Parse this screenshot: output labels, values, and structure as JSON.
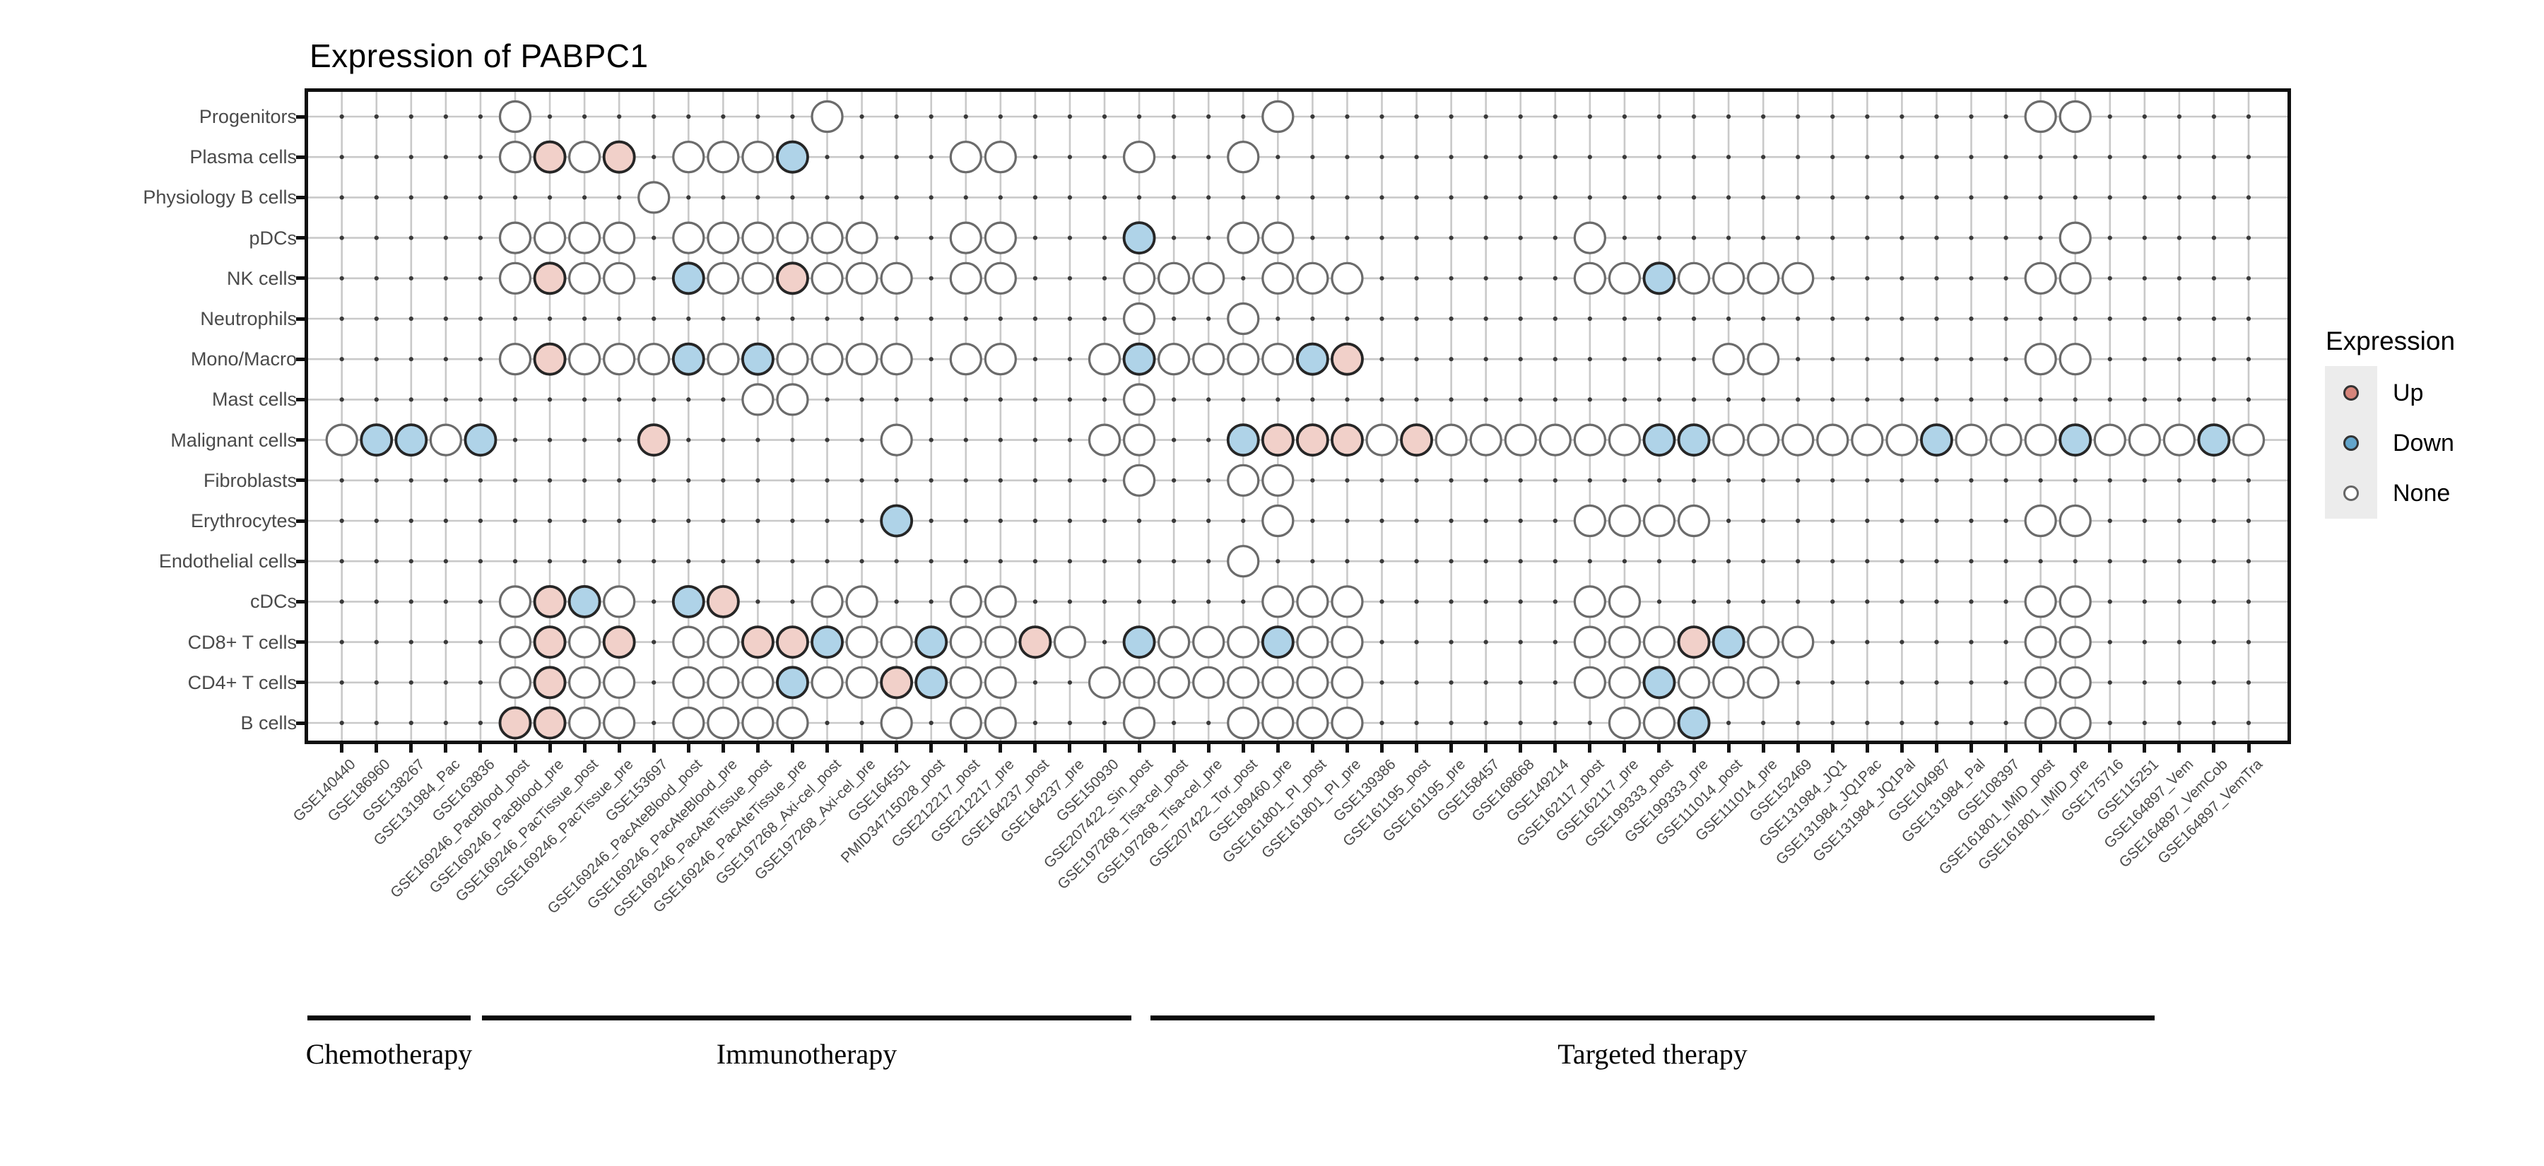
{
  "title": "Expression of PABPC1",
  "legend": {
    "title": "Expression",
    "items": [
      {
        "label": "Up",
        "state": "up"
      },
      {
        "label": "Down",
        "state": "down"
      },
      {
        "label": "None",
        "state": "none"
      }
    ]
  },
  "colors": {
    "up_fill": "#F1D0C9",
    "down_fill": "#AFD3E8",
    "none_fill": "#FFFFFF",
    "up_legend": "#D6857B",
    "down_legend": "#63A5CB",
    "none_legend": "#FFFFFF",
    "dot_stroke_none": "#6B6B6B",
    "dot_stroke_colored": "#262626",
    "grid_line": "#C9C9C9",
    "grid_dot": "#3A3A3A",
    "axis": "#0F0F0F",
    "axis_text": "#4A4A4A",
    "legend_key_bg": "#ECECEC"
  },
  "chart_data": {
    "type": "heatmap",
    "title": "Expression of PABPC1",
    "legend_title": "Expression",
    "states": [
      "Up",
      "Down",
      "None"
    ],
    "legend_position": "right",
    "x_categories": [
      "GSE140440",
      "GSE186960",
      "GSE138267",
      "GSE131984_Pac",
      "GSE163836",
      "GSE169246_PacBlood_post",
      "GSE169246_PacBlood_pre",
      "GSE169246_PacTissue_post",
      "GSE169246_PacTissue_pre",
      "GSE153697",
      "GSE169246_PacAteBlood_post",
      "GSE169246_PacAteBlood_pre",
      "GSE169246_PacAteTissue_post",
      "GSE169246_PacAteTissue_pre",
      "GSE197268_Axi-cel_post",
      "GSE197268_Axi-cel_pre",
      "GSE164551",
      "PMID34715028_post",
      "GSE212217_post",
      "GSE212217_pre",
      "GSE164237_post",
      "GSE164237_pre",
      "GSE150930",
      "GSE207422_Sin_post",
      "GSE197268_Tisa-cel_post",
      "GSE197268_Tisa-cel_pre",
      "GSE207422_Tor_post",
      "GSE189460_pre",
      "GSE161801_PI_post",
      "GSE161801_PI_pre",
      "GSE139386",
      "GSE161195_post",
      "GSE161195_pre",
      "GSE158457",
      "GSE168668",
      "GSE149214",
      "GSE162117_post",
      "GSE162117_pre",
      "GSE199333_post",
      "GSE199333_pre",
      "GSE111014_post",
      "GSE111014_pre",
      "GSE152469",
      "GSE131984_JQ1",
      "GSE131984_JQ1Pac",
      "GSE131984_JQ1Pal",
      "GSE104987",
      "GSE131984_Pal",
      "GSE108397",
      "GSE161801_IMiD_post",
      "GSE161801_IMiD_pre",
      "GSE175716",
      "GSE115251",
      "GSE164897_Vem",
      "GSE164897_VemCob",
      "GSE164897_VemTra"
    ],
    "y_categories": [
      "Progenitors",
      "Plasma cells",
      "Physiology B cells",
      "pDCs",
      "NK cells",
      "Neutrophils",
      "Mono/Macro",
      "Mast cells",
      "Malignant cells",
      "Fibroblasts",
      "Erythrocytes",
      "Endothelial cells",
      "cDCs",
      "CD8+ T cells",
      "CD4+ T cells",
      "B cells"
    ],
    "groups": [
      {
        "label": "Chemotherapy",
        "from_col": 1,
        "to_col": 5
      },
      {
        "label": "Immunotherapy",
        "from_col": 6,
        "to_col": 23
      },
      {
        "label": "Targeted therapy",
        "from_col": 24,
        "to_col": 53
      }
    ],
    "dots": [
      {
        "row": "Progenitors",
        "points": [
          [
            6,
            "none"
          ],
          [
            15,
            "none"
          ],
          [
            28,
            "none"
          ],
          [
            50,
            "none"
          ],
          [
            51,
            "none"
          ]
        ]
      },
      {
        "row": "Plasma cells",
        "points": [
          [
            6,
            "none"
          ],
          [
            7,
            "up"
          ],
          [
            8,
            "none"
          ],
          [
            9,
            "up"
          ],
          [
            11,
            "none"
          ],
          [
            12,
            "none"
          ],
          [
            13,
            "none"
          ],
          [
            14,
            "down"
          ],
          [
            19,
            "none"
          ],
          [
            20,
            "none"
          ],
          [
            24,
            "none"
          ],
          [
            27,
            "none"
          ]
        ]
      },
      {
        "row": "Physiology B cells",
        "points": [
          [
            10,
            "none"
          ]
        ]
      },
      {
        "row": "pDCs",
        "points": [
          [
            6,
            "none"
          ],
          [
            7,
            "none"
          ],
          [
            8,
            "none"
          ],
          [
            9,
            "none"
          ],
          [
            11,
            "none"
          ],
          [
            12,
            "none"
          ],
          [
            13,
            "none"
          ],
          [
            14,
            "none"
          ],
          [
            15,
            "none"
          ],
          [
            16,
            "none"
          ],
          [
            19,
            "none"
          ],
          [
            20,
            "none"
          ],
          [
            24,
            "down"
          ],
          [
            27,
            "none"
          ],
          [
            28,
            "none"
          ],
          [
            37,
            "none"
          ],
          [
            51,
            "none"
          ]
        ]
      },
      {
        "row": "NK cells",
        "points": [
          [
            6,
            "none"
          ],
          [
            7,
            "up"
          ],
          [
            8,
            "none"
          ],
          [
            9,
            "none"
          ],
          [
            11,
            "down"
          ],
          [
            12,
            "none"
          ],
          [
            13,
            "none"
          ],
          [
            14,
            "up"
          ],
          [
            15,
            "none"
          ],
          [
            16,
            "none"
          ],
          [
            17,
            "none"
          ],
          [
            19,
            "none"
          ],
          [
            20,
            "none"
          ],
          [
            24,
            "none"
          ],
          [
            25,
            "none"
          ],
          [
            26,
            "none"
          ],
          [
            28,
            "none"
          ],
          [
            29,
            "none"
          ],
          [
            30,
            "none"
          ],
          [
            37,
            "none"
          ],
          [
            38,
            "none"
          ],
          [
            39,
            "down"
          ],
          [
            40,
            "none"
          ],
          [
            41,
            "none"
          ],
          [
            42,
            "none"
          ],
          [
            43,
            "none"
          ],
          [
            50,
            "none"
          ],
          [
            51,
            "none"
          ]
        ]
      },
      {
        "row": "Neutrophils",
        "points": [
          [
            24,
            "none"
          ],
          [
            27,
            "none"
          ]
        ]
      },
      {
        "row": "Mono/Macro",
        "points": [
          [
            6,
            "none"
          ],
          [
            7,
            "up"
          ],
          [
            8,
            "none"
          ],
          [
            9,
            "none"
          ],
          [
            10,
            "none"
          ],
          [
            11,
            "down"
          ],
          [
            12,
            "none"
          ],
          [
            13,
            "down"
          ],
          [
            14,
            "none"
          ],
          [
            15,
            "none"
          ],
          [
            16,
            "none"
          ],
          [
            17,
            "none"
          ],
          [
            19,
            "none"
          ],
          [
            20,
            "none"
          ],
          [
            23,
            "none"
          ],
          [
            24,
            "down"
          ],
          [
            25,
            "none"
          ],
          [
            26,
            "none"
          ],
          [
            27,
            "none"
          ],
          [
            28,
            "none"
          ],
          [
            29,
            "down"
          ],
          [
            30,
            "up"
          ],
          [
            41,
            "none"
          ],
          [
            42,
            "none"
          ],
          [
            50,
            "none"
          ],
          [
            51,
            "none"
          ]
        ]
      },
      {
        "row": "Mast cells",
        "points": [
          [
            13,
            "none"
          ],
          [
            14,
            "none"
          ],
          [
            24,
            "none"
          ]
        ]
      },
      {
        "row": "Malignant cells",
        "points": [
          [
            1,
            "none"
          ],
          [
            2,
            "down"
          ],
          [
            3,
            "down"
          ],
          [
            4,
            "none"
          ],
          [
            5,
            "down"
          ],
          [
            10,
            "up"
          ],
          [
            17,
            "none"
          ],
          [
            23,
            "none"
          ],
          [
            24,
            "none"
          ],
          [
            27,
            "down"
          ],
          [
            28,
            "up"
          ],
          [
            29,
            "up"
          ],
          [
            30,
            "up"
          ],
          [
            31,
            "none"
          ],
          [
            32,
            "up"
          ],
          [
            33,
            "none"
          ],
          [
            34,
            "none"
          ],
          [
            35,
            "none"
          ],
          [
            36,
            "none"
          ],
          [
            37,
            "none"
          ],
          [
            38,
            "none"
          ],
          [
            39,
            "down"
          ],
          [
            40,
            "down"
          ],
          [
            41,
            "none"
          ],
          [
            42,
            "none"
          ],
          [
            43,
            "none"
          ],
          [
            44,
            "none"
          ],
          [
            45,
            "none"
          ],
          [
            46,
            "none"
          ],
          [
            47,
            "down"
          ],
          [
            48,
            "none"
          ],
          [
            49,
            "none"
          ],
          [
            50,
            "none"
          ],
          [
            51,
            "down"
          ],
          [
            52,
            "none"
          ],
          [
            53,
            "none"
          ],
          [
            54,
            "none"
          ],
          [
            55,
            "down"
          ],
          [
            56,
            "none"
          ]
        ]
      },
      {
        "row": "Fibroblasts",
        "points": [
          [
            24,
            "none"
          ],
          [
            27,
            "none"
          ],
          [
            28,
            "none"
          ]
        ]
      },
      {
        "row": "Erythrocytes",
        "points": [
          [
            17,
            "down"
          ],
          [
            28,
            "none"
          ],
          [
            37,
            "none"
          ],
          [
            38,
            "none"
          ],
          [
            39,
            "none"
          ],
          [
            40,
            "none"
          ],
          [
            50,
            "none"
          ],
          [
            51,
            "none"
          ]
        ]
      },
      {
        "row": "Endothelial cells",
        "points": [
          [
            27,
            "none"
          ]
        ]
      },
      {
        "row": "cDCs",
        "points": [
          [
            6,
            "none"
          ],
          [
            7,
            "up"
          ],
          [
            8,
            "down"
          ],
          [
            9,
            "none"
          ],
          [
            11,
            "down"
          ],
          [
            12,
            "up"
          ],
          [
            15,
            "none"
          ],
          [
            16,
            "none"
          ],
          [
            19,
            "none"
          ],
          [
            20,
            "none"
          ],
          [
            28,
            "none"
          ],
          [
            29,
            "none"
          ],
          [
            30,
            "none"
          ],
          [
            37,
            "none"
          ],
          [
            38,
            "none"
          ],
          [
            50,
            "none"
          ],
          [
            51,
            "none"
          ]
        ]
      },
      {
        "row": "CD8+ T cells",
        "points": [
          [
            6,
            "none"
          ],
          [
            7,
            "up"
          ],
          [
            8,
            "none"
          ],
          [
            9,
            "up"
          ],
          [
            11,
            "none"
          ],
          [
            12,
            "none"
          ],
          [
            13,
            "up"
          ],
          [
            14,
            "up"
          ],
          [
            15,
            "down"
          ],
          [
            16,
            "none"
          ],
          [
            17,
            "none"
          ],
          [
            18,
            "down"
          ],
          [
            19,
            "none"
          ],
          [
            20,
            "none"
          ],
          [
            21,
            "up"
          ],
          [
            22,
            "none"
          ],
          [
            24,
            "down"
          ],
          [
            25,
            "none"
          ],
          [
            26,
            "none"
          ],
          [
            27,
            "none"
          ],
          [
            28,
            "down"
          ],
          [
            29,
            "none"
          ],
          [
            30,
            "none"
          ],
          [
            37,
            "none"
          ],
          [
            38,
            "none"
          ],
          [
            39,
            "none"
          ],
          [
            40,
            "up"
          ],
          [
            41,
            "down"
          ],
          [
            42,
            "none"
          ],
          [
            43,
            "none"
          ],
          [
            50,
            "none"
          ],
          [
            51,
            "none"
          ]
        ]
      },
      {
        "row": "CD4+ T cells",
        "points": [
          [
            6,
            "none"
          ],
          [
            7,
            "up"
          ],
          [
            8,
            "none"
          ],
          [
            9,
            "none"
          ],
          [
            11,
            "none"
          ],
          [
            12,
            "none"
          ],
          [
            13,
            "none"
          ],
          [
            14,
            "down"
          ],
          [
            15,
            "none"
          ],
          [
            16,
            "none"
          ],
          [
            17,
            "up"
          ],
          [
            18,
            "down"
          ],
          [
            19,
            "none"
          ],
          [
            20,
            "none"
          ],
          [
            23,
            "none"
          ],
          [
            24,
            "none"
          ],
          [
            25,
            "none"
          ],
          [
            26,
            "none"
          ],
          [
            27,
            "none"
          ],
          [
            28,
            "none"
          ],
          [
            29,
            "none"
          ],
          [
            30,
            "none"
          ],
          [
            37,
            "none"
          ],
          [
            38,
            "none"
          ],
          [
            39,
            "down"
          ],
          [
            40,
            "none"
          ],
          [
            41,
            "none"
          ],
          [
            42,
            "none"
          ],
          [
            50,
            "none"
          ],
          [
            51,
            "none"
          ]
        ]
      },
      {
        "row": "B cells",
        "points": [
          [
            6,
            "up"
          ],
          [
            7,
            "up"
          ],
          [
            8,
            "none"
          ],
          [
            9,
            "none"
          ],
          [
            11,
            "none"
          ],
          [
            12,
            "none"
          ],
          [
            13,
            "none"
          ],
          [
            14,
            "none"
          ],
          [
            17,
            "none"
          ],
          [
            19,
            "none"
          ],
          [
            20,
            "none"
          ],
          [
            24,
            "none"
          ],
          [
            27,
            "none"
          ],
          [
            28,
            "none"
          ],
          [
            29,
            "none"
          ],
          [
            30,
            "none"
          ],
          [
            38,
            "none"
          ],
          [
            39,
            "none"
          ],
          [
            40,
            "down"
          ],
          [
            50,
            "none"
          ],
          [
            51,
            "none"
          ]
        ]
      }
    ]
  }
}
